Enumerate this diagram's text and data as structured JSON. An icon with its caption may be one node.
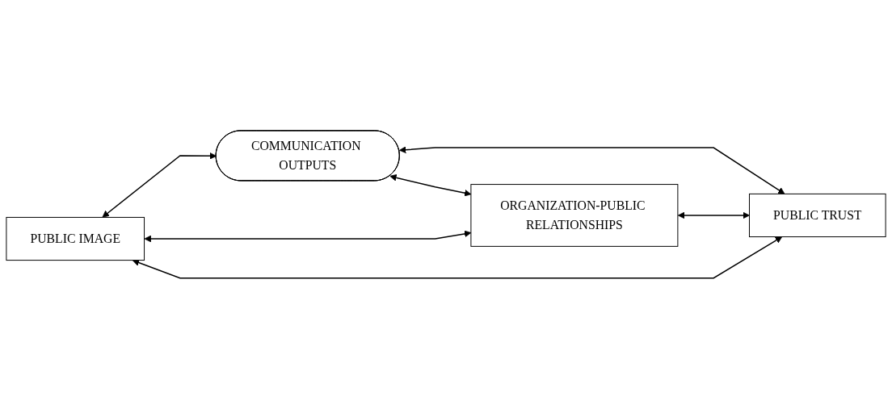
{
  "diagram": {
    "nodes": [
      {
        "text": [
          "PUBLIC IMAGE"
        ]
      },
      {
        "text": [
          "PUBLIC TRUST"
        ]
      },
      {
        "text": [
          "COMMUNICATION OUTPUTS"
        ]
      },
      {
        "text": [
          "ORGANIZATION-PUBLIC RELATIONSHIPS"
        ]
      }
    ],
    "edges": [
      {
        "from": 0,
        "to": 2,
        "arrow": "both"
      },
      {
        "from": 2,
        "to": 1,
        "arrow": "both"
      },
      {
        "from": 0,
        "to": 3,
        "arrow": "both"
      },
      {
        "from": 3,
        "to": 1,
        "arrow": "both"
      },
      {
        "from": 0,
        "to": 1,
        "arrow": "both"
      },
      {
        "from": 2,
        "to": 3,
        "arrow": "both"
      }
    ]
  }
}
